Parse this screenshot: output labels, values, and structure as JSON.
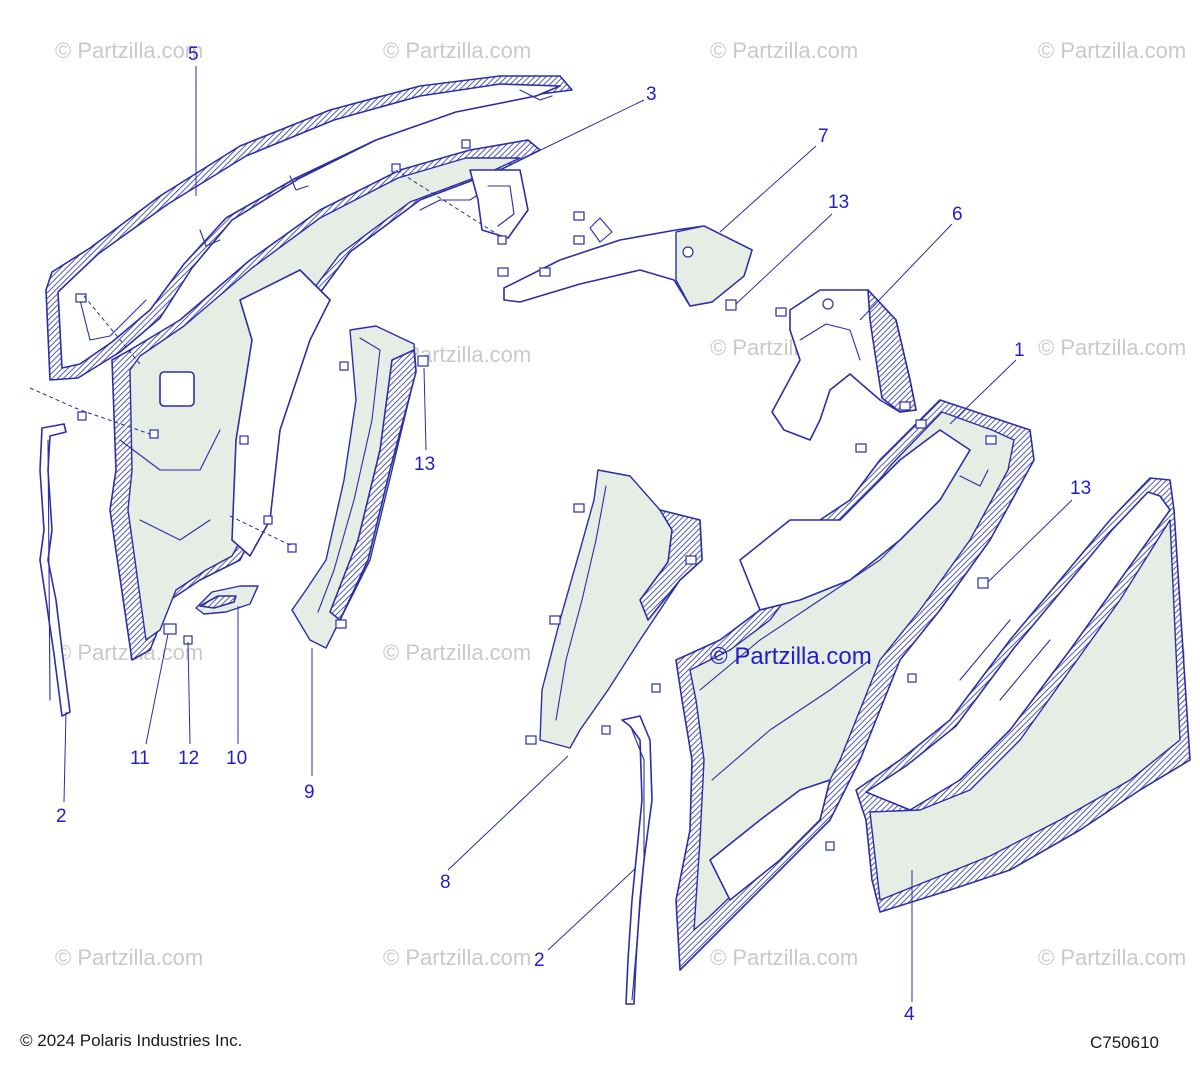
{
  "watermark_text": "© Partzilla.com",
  "center_watermark_text": "© Partzilla.com",
  "callouts": {
    "c1": "1",
    "c2a": "2",
    "c2b": "2",
    "c3": "3",
    "c4": "4",
    "c5": "5",
    "c6": "6",
    "c7": "7",
    "c8": "8",
    "c9": "9",
    "c10": "10",
    "c11": "11",
    "c12": "12",
    "c13a": "13",
    "c13b": "13",
    "c13c": "13"
  },
  "footer": {
    "copyright": "© 2024 Polaris Industries Inc.",
    "diagram_code": "C750610"
  },
  "colors": {
    "line": "#2a2fa6",
    "callout": "#2020c8",
    "shade": "#e6ede4",
    "watermark": "#c9c9c9"
  }
}
